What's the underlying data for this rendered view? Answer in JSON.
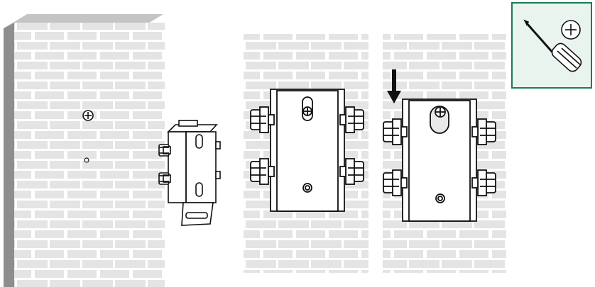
{
  "figure": {
    "panels": [
      {
        "name": "wall-with-screw-hole"
      },
      {
        "name": "bracket-device-isolated"
      },
      {
        "name": "bracket-mounted-on-wall"
      },
      {
        "name": "bracket-sliding-down-onto-screw"
      }
    ],
    "tool_icon": "phillips-screwdriver-icon",
    "symbol_icon": "phillips-head-icon",
    "arrow_icon": "down-arrow-icon",
    "colors": {
      "brick_fill": "#e6e6e6",
      "mortar": "#ffffff",
      "wall_side": "#9a9a9a",
      "tool_box_border": "#1e7a55",
      "tool_box_fill": "#eaf4ef",
      "line": "#111111"
    }
  }
}
